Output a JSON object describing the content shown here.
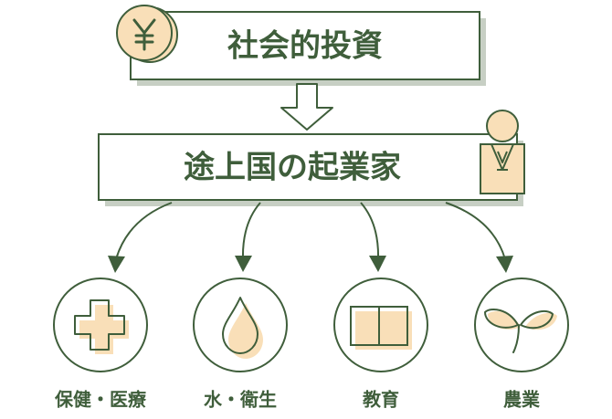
{
  "top_box": {
    "label": "社会的投資",
    "icon": "yen-coin-icon"
  },
  "middle_box": {
    "label": "途上国の起業家",
    "icon": "businessperson-icon"
  },
  "categories": [
    {
      "label": "保健・医療",
      "icon": "medical-cross-icon"
    },
    {
      "label": "水・衛生",
      "icon": "water-drop-icon"
    },
    {
      "label": "教育",
      "icon": "open-book-icon"
    },
    {
      "label": "農業",
      "icon": "sprout-icon"
    }
  ],
  "colors": {
    "stroke": "#3f5e3b",
    "fill": "#f9dfb8",
    "shadow": "#c7cfc4",
    "background": "#ffffff"
  }
}
